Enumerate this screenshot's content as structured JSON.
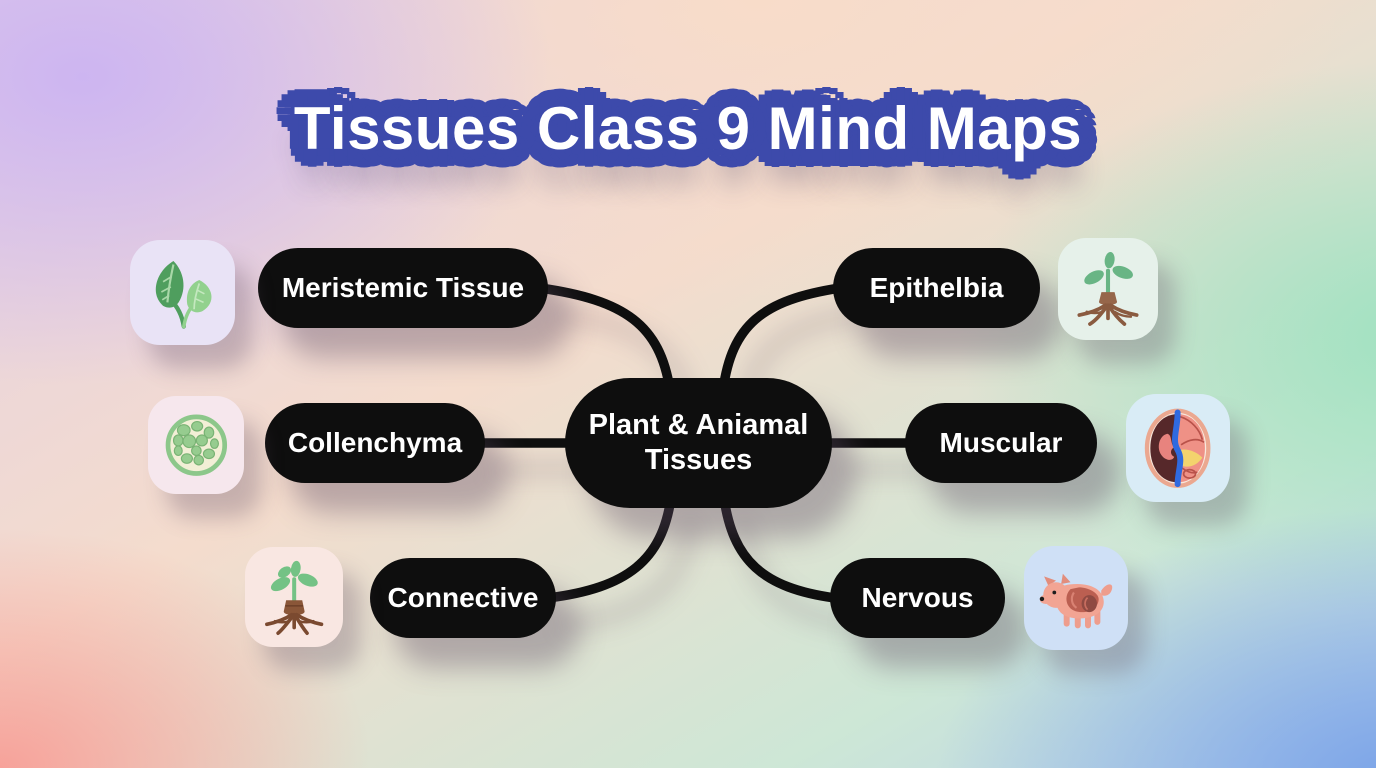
{
  "title": "Tissues Class 9 Mind Maps",
  "colors": {
    "title_blue": "#3d4aab",
    "node_black": "#0e0e0e",
    "node_text": "#ffffff",
    "connector": "#0e0e0e",
    "bg_lavender": "#cdb5f1",
    "bg_salmon": "#f7a29a",
    "bg_peach": "#f8dcc9",
    "bg_green": "#9fe2c0",
    "bg_blue": "#7aa3e8"
  },
  "mindmap": {
    "center": {
      "label": "Plant & Aniamal Tissues"
    },
    "branches": [
      {
        "label": "Meristemic Tissue",
        "side": "left"
      },
      {
        "label": "Collenchyma",
        "side": "left"
      },
      {
        "label": "Connective",
        "side": "left"
      },
      {
        "label": "Epithelbia",
        "side": "right"
      },
      {
        "label": "Muscular",
        "side": "right"
      },
      {
        "label": "Nervous",
        "side": "right"
      }
    ]
  },
  "icons": [
    {
      "name": "leaf-icon",
      "bg": "#e9e3f6"
    },
    {
      "name": "plant-cell-icon",
      "bg": "#f6e7ed"
    },
    {
      "name": "plant-roots-icon",
      "bg": "#f9e7e2"
    },
    {
      "name": "sprout-roots-icon",
      "bg": "#e6f1ea"
    },
    {
      "name": "organ-cross-section-icon",
      "bg": "#d9ecf6"
    },
    {
      "name": "animal-anatomy-icon",
      "bg": "#cfe0f6"
    }
  ]
}
